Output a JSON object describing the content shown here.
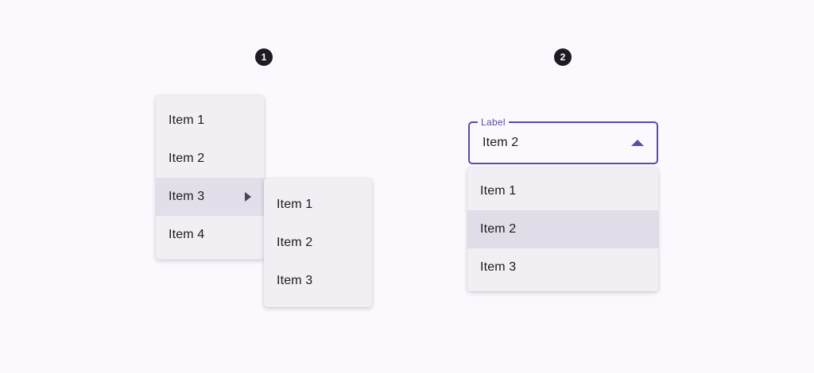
{
  "page": {
    "background": "#FDF8FD"
  },
  "colors": {
    "primary": "#5C4BA8",
    "surface_panel": "#F1EFF4",
    "highlight": "#E3DEEA",
    "text": "#1D1B20",
    "badge_background": "#1E1B22",
    "badge_text": "#FFFFFF",
    "submenu_arrow": "#47464F"
  },
  "badges": {
    "example1": "1",
    "example2": "2"
  },
  "example1": {
    "menu": {
      "items": [
        {
          "label": "Item 1",
          "highlighted": false,
          "has_submenu": false
        },
        {
          "label": "Item 2",
          "highlighted": false,
          "has_submenu": false
        },
        {
          "label": "Item 3",
          "highlighted": true,
          "has_submenu": true
        },
        {
          "label": "Item 4",
          "highlighted": false,
          "has_submenu": false
        }
      ]
    },
    "submenu": {
      "items": [
        {
          "label": "Item 1"
        },
        {
          "label": "Item 2"
        },
        {
          "label": "Item 3"
        }
      ]
    }
  },
  "example2": {
    "select": {
      "label": "Label",
      "value": "Item 2",
      "state": "open",
      "caret_icon": "caret-up"
    },
    "options": [
      {
        "label": "Item 1",
        "selected": false
      },
      {
        "label": "Item 2",
        "selected": true
      },
      {
        "label": "Item 3",
        "selected": false
      }
    ]
  }
}
